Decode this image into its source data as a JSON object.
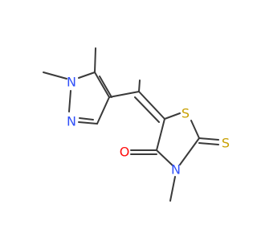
{
  "molecule": {
    "atoms": {
      "n1": "N",
      "n2": "N",
      "n3": "N",
      "s_ring": "S",
      "s_thione": "S",
      "o": "O"
    }
  },
  "colors": {
    "bond": "#3a3a3a",
    "nitrogen": "#3050f8",
    "sulfur": "#c8a000",
    "oxygen": "#ff0d0d"
  }
}
